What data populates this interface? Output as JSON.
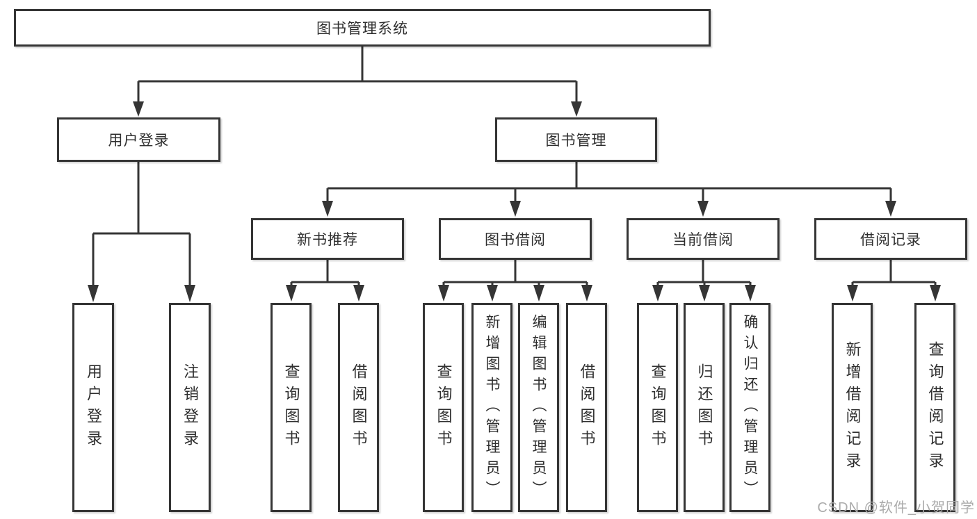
{
  "diagram": {
    "root": {
      "label": "图书管理系统"
    },
    "level2": {
      "user_login": {
        "label": "用户登录"
      },
      "book_management": {
        "label": "图书管理"
      }
    },
    "level3": {
      "new_book_recommend": {
        "label": "新书推荐"
      },
      "book_borrowing": {
        "label": "图书借阅"
      },
      "current_borrowing": {
        "label": "当前借阅"
      },
      "borrowing_records": {
        "label": "借阅记录"
      }
    },
    "leaves": {
      "user_login_group": {
        "login": "用户登录",
        "logout": "注销登录"
      },
      "new_book_recommend_group": {
        "query_books": "查询图书",
        "borrow_books": "借阅图书"
      },
      "book_borrowing_group": {
        "query_books": "查询图书",
        "add_books_admin": "新增图书（管理员）",
        "edit_books_admin": "编辑图书（管理员）",
        "borrow_books": "借阅图书"
      },
      "current_borrowing_group": {
        "query_books": "查询图书",
        "return_books": "归还图书",
        "confirm_return_admin": "确认归还（管理员）"
      },
      "borrowing_records_group": {
        "add_record": "新增借阅记录",
        "query_record": "查询借阅记录"
      }
    },
    "colors": {
      "line": "#353535",
      "text": "#2f2f2f",
      "background": "#ffffff",
      "watermark": "#ababab"
    }
  },
  "watermark": "CSDN @软件_小贺同学"
}
